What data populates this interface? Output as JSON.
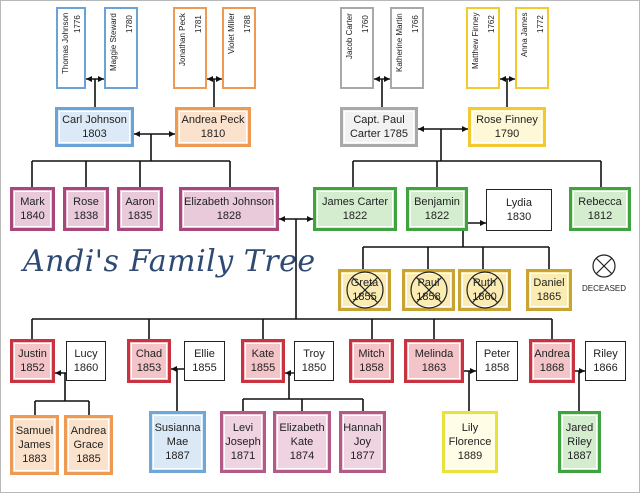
{
  "title": "Andi's Family Tree",
  "legend": {
    "label": "DECEASED",
    "icon": "crossed-circle-icon"
  },
  "palette": {
    "blue": {
      "border": "#6aa3d8",
      "fill": "#dce9f6"
    },
    "orange": {
      "border": "#ee9a52",
      "fill": "#fbe2cc"
    },
    "gray": {
      "border": "#a9a9a9",
      "fill": "#f2f2f2"
    },
    "yellow": {
      "border": "#f3c92e",
      "fill": "#fff8d6"
    },
    "purple": {
      "border": "#a9467c",
      "fill": "#e8cadb"
    },
    "green": {
      "border": "#3fa33f",
      "fill": "#d4edcf"
    },
    "red": {
      "border": "#c8333f",
      "fill": "#f3c4c8"
    },
    "gold": {
      "border": "#c9a430",
      "fill": "#fbecb4"
    },
    "pink": {
      "border": "#b45a86",
      "fill": "#efd3e1"
    },
    "lightblue": {
      "border": "#6fa8d6",
      "fill": "#dbe9f6"
    },
    "lime": {
      "border": "#e8e23a",
      "fill": "#fffde6"
    },
    "plain": {
      "border": "#222222",
      "fill": "#ffffff"
    }
  },
  "great_grandparents": [
    {
      "id": "thomas-johnson",
      "name": "Thomas Johnson",
      "year": "1776",
      "color": "blue"
    },
    {
      "id": "maggie-steward",
      "name": "Maggie Steward",
      "year": "1780",
      "color": "blue"
    },
    {
      "id": "jonathan-peck",
      "name": "Jonathan Peck",
      "year": "1781",
      "color": "orange"
    },
    {
      "id": "violet-miller",
      "name": "Violet Miller",
      "year": "1788",
      "color": "orange"
    },
    {
      "id": "jacob-carter",
      "name": "Jacob Carter",
      "year": "1760",
      "color": "gray"
    },
    {
      "id": "katherine-martin",
      "name": "Katherine Martin",
      "year": "1766",
      "color": "gray"
    },
    {
      "id": "matthew-finney",
      "name": "Matthew Finney",
      "year": "1762",
      "color": "yellow"
    },
    {
      "id": "anna-james",
      "name": "Anna James",
      "year": "1772",
      "color": "yellow"
    }
  ],
  "people": [
    {
      "id": "carl-johnson",
      "text": "Carl Johnson\n1803",
      "color": "blue"
    },
    {
      "id": "andrea-peck",
      "text": "Andrea Peck\n1810",
      "color": "orange"
    },
    {
      "id": "capt-paul-carter",
      "text": "Capt. Paul\nCarter 1785",
      "color": "gray"
    },
    {
      "id": "rose-finney",
      "text": "Rose Finney\n1790",
      "color": "yellow"
    },
    {
      "id": "mark",
      "text": "Mark\n1840",
      "color": "purple"
    },
    {
      "id": "rose",
      "text": "Rose\n1838",
      "color": "purple"
    },
    {
      "id": "aaron",
      "text": "Aaron\n1835",
      "color": "purple"
    },
    {
      "id": "elizabeth-johnson",
      "text": "Elizabeth Johnson\n1828",
      "color": "purple"
    },
    {
      "id": "james-carter",
      "text": "James Carter\n1822",
      "color": "green"
    },
    {
      "id": "benjamin",
      "text": "Benjamin\n1822",
      "color": "green"
    },
    {
      "id": "lydia",
      "text": "Lydia\n1830",
      "color": "plain"
    },
    {
      "id": "rebecca",
      "text": "Rebecca\n1812",
      "color": "green"
    },
    {
      "id": "greta",
      "text": "Greta\n1855",
      "color": "gold",
      "deceased": true
    },
    {
      "id": "paul",
      "text": "Paul\n1858",
      "color": "gold",
      "deceased": true
    },
    {
      "id": "ruth",
      "text": "Ruth\n1860",
      "color": "gold",
      "deceased": true
    },
    {
      "id": "daniel",
      "text": "Daniel\n1865",
      "color": "gold"
    },
    {
      "id": "justin",
      "text": "Justin\n1852",
      "color": "red"
    },
    {
      "id": "lucy",
      "text": "Lucy\n1860",
      "color": "plain"
    },
    {
      "id": "chad",
      "text": "Chad\n1853",
      "color": "red"
    },
    {
      "id": "ellie",
      "text": "Ellie\n1855",
      "color": "plain"
    },
    {
      "id": "kate",
      "text": "Kate\n1855",
      "color": "red"
    },
    {
      "id": "troy",
      "text": "Troy\n1850",
      "color": "plain"
    },
    {
      "id": "mitch",
      "text": "Mitch\n1858",
      "color": "red"
    },
    {
      "id": "melinda",
      "text": "Melinda\n1863",
      "color": "red"
    },
    {
      "id": "peter",
      "text": "Peter\n1858",
      "color": "plain"
    },
    {
      "id": "andrea",
      "text": "Andrea\n1868",
      "color": "red"
    },
    {
      "id": "riley",
      "text": "Riley\n1866",
      "color": "plain"
    },
    {
      "id": "samuel-james",
      "text": "Samuel\nJames\n1883",
      "color": "orange"
    },
    {
      "id": "andrea-grace",
      "text": "Andrea\nGrace\n1885",
      "color": "orange"
    },
    {
      "id": "susianna-mae",
      "text": "Susianna\nMae\n1887",
      "color": "lightblue"
    },
    {
      "id": "levi-joseph",
      "text": "Levi\nJoseph\n1871",
      "color": "pink"
    },
    {
      "id": "elizabeth-kate",
      "text": "Elizabeth\nKate\n1874",
      "color": "pink"
    },
    {
      "id": "hannah-joy",
      "text": "Hannah\nJoy\n1877",
      "color": "pink"
    },
    {
      "id": "lily-florence",
      "text": "Lily\nFlorence\n1889",
      "color": "lime"
    },
    {
      "id": "jared-riley",
      "text": "Jared\nRiley\n1887",
      "color": "green"
    }
  ]
}
